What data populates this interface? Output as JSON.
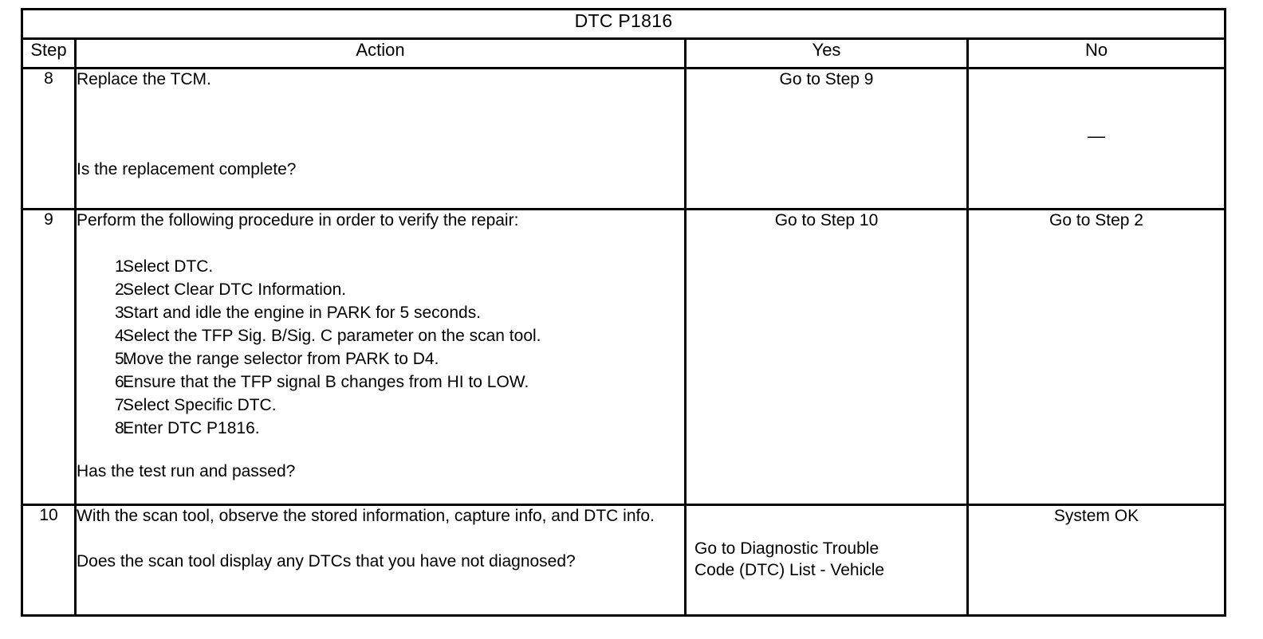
{
  "table": {
    "title": "DTC P1816",
    "headers": {
      "step": "Step",
      "action": "Action",
      "yes": "Yes",
      "no": "No"
    },
    "rows": [
      {
        "step": "8",
        "action_lead": "Replace the TCM.",
        "action_tail": "Is the replacement complete?",
        "yes": "Go to Step 9",
        "no": "—"
      },
      {
        "step": "9",
        "action_lead": "Perform the following procedure in order to verify the repair:",
        "procedure": [
          {
            "num": "1.",
            "text": "Select DTC."
          },
          {
            "num": "2.",
            "text": "Select Clear DTC Information."
          },
          {
            "num": "3.",
            "text": "Start and idle the engine in PARK for 5 seconds."
          },
          {
            "num": "4.",
            "text": "Select the TFP Sig. B/Sig. C parameter on the scan tool."
          },
          {
            "num": "5.",
            "text": "Move the range selector from PARK to D4."
          },
          {
            "num": "6.",
            "text": "Ensure that the TFP signal B changes from HI to LOW."
          },
          {
            "num": "7.",
            "text": "Select Specific DTC."
          },
          {
            "num": "8.",
            "text": "Enter DTC P1816."
          }
        ],
        "action_tail": "Has the test run and passed?",
        "yes": "Go to Step 10",
        "no": "Go to Step 2"
      },
      {
        "step": "10",
        "action_lead": "With the scan tool, observe the stored information, capture info, and DTC info.",
        "action_tail": "Does the scan tool display any DTCs that you have not diagnosed?",
        "yes_line1": "Go to Diagnostic Trouble",
        "yes_line2": "Code (DTC) List - Vehicle",
        "no": "System OK"
      }
    ]
  },
  "colors": {
    "border": "#000000",
    "text": "#000000",
    "background": "#ffffff"
  }
}
